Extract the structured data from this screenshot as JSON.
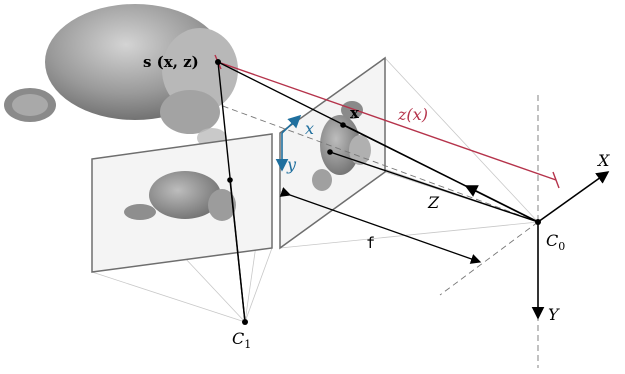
{
  "labels": {
    "surface_point": "s (x, z)",
    "image_point": "x",
    "depth": "z(x)",
    "axis_x_image": "x",
    "axis_y_image": "y",
    "focal": "f",
    "axis_X": "X",
    "axis_Y": "Y",
    "axis_Z": "Z",
    "camera0": "C",
    "camera0_sub": "0",
    "camera1": "C",
    "camera1_sub": "1"
  },
  "colors": {
    "depth": "#b5334b",
    "image_axes": "#1f6f9e",
    "rays": "#000000",
    "frustum": "#c8c8c8",
    "plane_edge": "#6e6e6e",
    "plane_fill": "#f4f4f4"
  },
  "icons": {
    "monkey_head": "3d-monkey-head-model"
  }
}
